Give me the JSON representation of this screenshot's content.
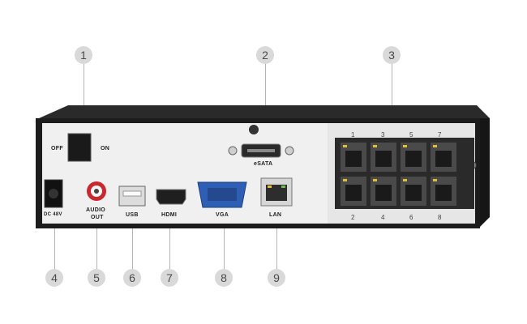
{
  "callouts": [
    "1",
    "2",
    "3",
    "4",
    "5",
    "6",
    "7",
    "8",
    "9"
  ],
  "labels": {
    "power_off": "OFF",
    "power_on": "ON",
    "esata": "eSATA",
    "dc": "DC 48V",
    "audio": "AUDIO",
    "audio_out": "OUT",
    "usb": "USB",
    "hdmi": "HDMI",
    "vga": "VGA",
    "lan": "LAN"
  },
  "poe_ports": {
    "top": [
      "1",
      "3",
      "5",
      "7"
    ],
    "bottom": [
      "2",
      "4",
      "6",
      "8"
    ]
  },
  "colors": {
    "chassis": "#1c1c1c",
    "panel": "#ececec",
    "callout_bg": "#d9d9d9",
    "vga_blue": "#2f5fb4",
    "audio_red": "#c8282e",
    "port_led": "#e0c030"
  }
}
